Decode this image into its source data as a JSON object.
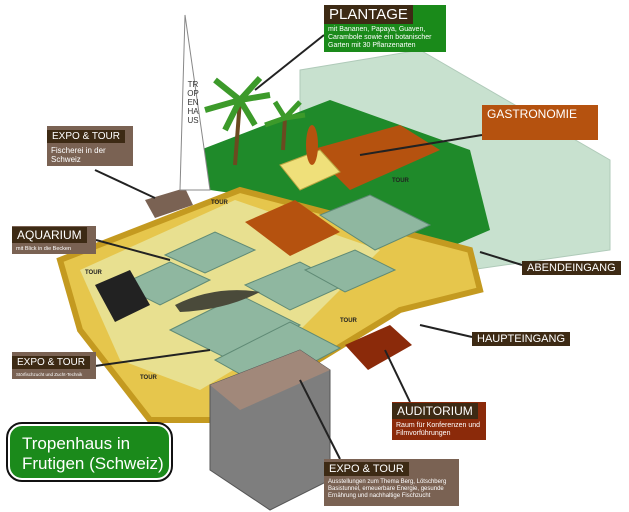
{
  "plantage": {
    "title": "PLANTAGE",
    "text": "mit Bananen, Papaya, Guaven, Carambole sowie ein botanischer Garten mit 30 Pflanzenarten"
  },
  "gastronomie": {
    "title": "GASTRONOMIE"
  },
  "expo_fischerei": {
    "title": "EXPO & TOUR",
    "text": "Fischerei in der Schweiz"
  },
  "aquarium": {
    "title": "AQUARIUM",
    "text": "mit Blick in die Becken"
  },
  "abendeingang": {
    "title": "ABENDEINGANG"
  },
  "haupteingang": {
    "title": "HAUPTEINGANG"
  },
  "expo_stoer": {
    "title": "EXPO & TOUR",
    "text": "Störfischzucht und Zucht-Technik"
  },
  "auditorium": {
    "title": "AUDITORIUM",
    "text": "Raum für Konferenzen und Filmvorführungen"
  },
  "expo_berg": {
    "title": "EXPO & TOUR",
    "text": "Ausstellungen zum Thema Berg, Lötschberg Basistunnel, erneuerbare Energie, gesunde Ernährung und nachhaltige Fischzucht"
  },
  "tower": {
    "label": "TROPENHAUS"
  },
  "badge": {
    "title": "Tropenhaus in Frutigen (Schweiz)"
  },
  "tour_marker": "TOUR",
  "colors": {
    "green": "#1a8a1a",
    "brown": "#3d2a14",
    "taupe": "#7a6253",
    "orange": "#b5520f",
    "red": "#8b2a0a"
  }
}
